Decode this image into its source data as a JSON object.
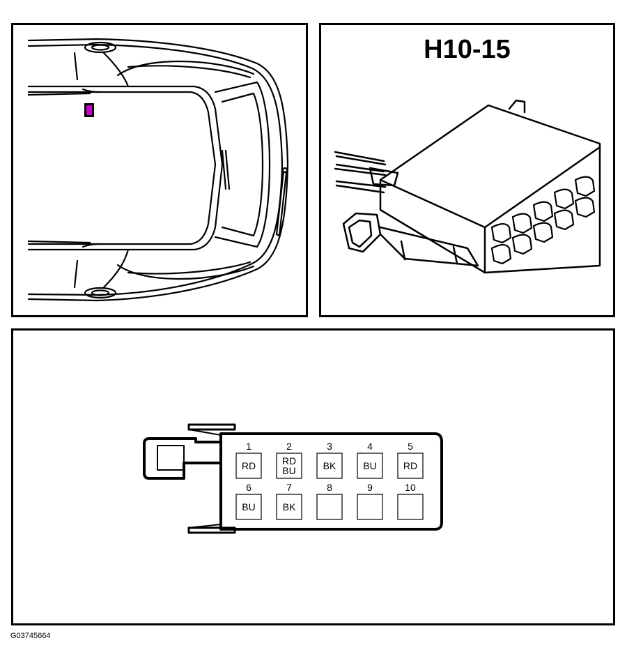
{
  "connector": {
    "id": "H10-15",
    "highlight_color": "#cc00cc"
  },
  "pinout": {
    "pins": [
      {
        "number": "1",
        "colors": [
          "RD"
        ]
      },
      {
        "number": "2",
        "colors": [
          "RD",
          "BU"
        ]
      },
      {
        "number": "3",
        "colors": [
          "BK"
        ]
      },
      {
        "number": "4",
        "colors": [
          "BU"
        ]
      },
      {
        "number": "5",
        "colors": [
          "RD"
        ]
      },
      {
        "number": "6",
        "colors": [
          "BU"
        ]
      },
      {
        "number": "7",
        "colors": [
          "BK"
        ]
      },
      {
        "number": "8",
        "colors": []
      },
      {
        "number": "9",
        "colors": []
      },
      {
        "number": "10",
        "colors": []
      }
    ]
  },
  "figure": {
    "id": "G03745664"
  }
}
